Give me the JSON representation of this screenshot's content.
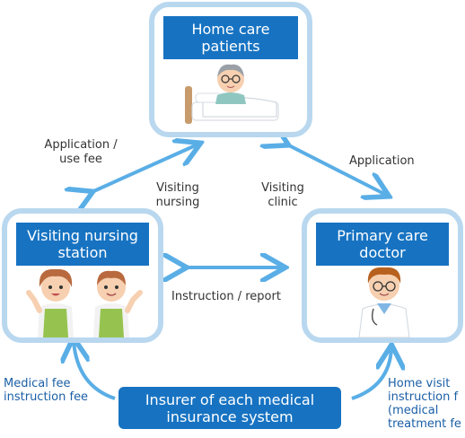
{
  "nodes": {
    "patients": {
      "title": "Home care\npatients"
    },
    "nursing": {
      "title": "Visiting nursing\nstation"
    },
    "doctor": {
      "title": "Primary care\ndoctor"
    },
    "insurer": {
      "title": "Insurer of each medical\ninsurance system"
    }
  },
  "edges": {
    "application_use_fee": "Application /\nuse fee",
    "visiting_nursing": "Visiting\nnursing",
    "visiting_clinic": "Visiting\nclinic",
    "application": "Application",
    "instruction_report": "Instruction / report",
    "medical_fee_instruction": "Medical fee\ninstruction fee",
    "home_visit_instruction": "Home visit\ninstruction f\n(medical\ntreatment fe"
  },
  "colors": {
    "card_title_bg": "#1773c2",
    "card_border": "#b9d8ef",
    "arrow": "#5aaee6",
    "fee_text": "#1b5fa6"
  },
  "icons": [
    "patient-in-bed-illustration",
    "nurses-illustration",
    "doctor-illustration"
  ]
}
